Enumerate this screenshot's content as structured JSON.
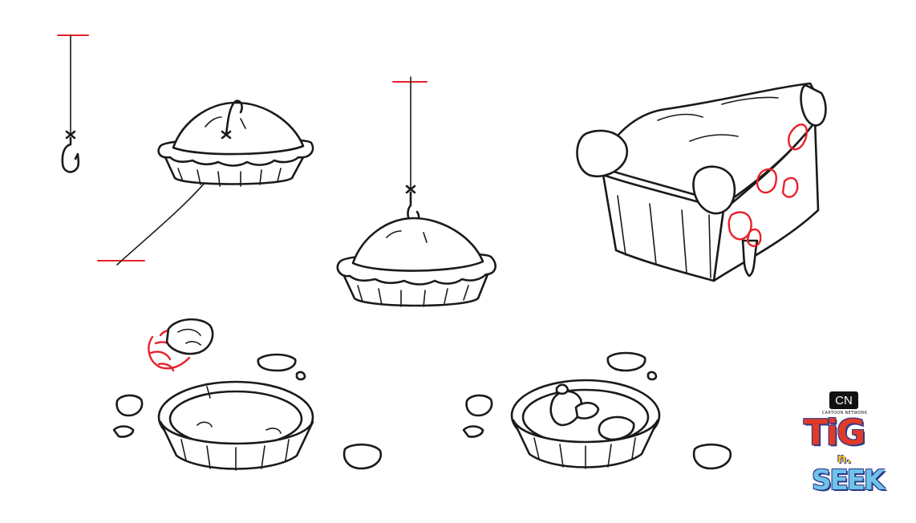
{
  "logo": {
    "network": "CN",
    "network_sub": "CARTOON NETWORK",
    "show_word1": "TiG",
    "show_word2": "n.",
    "show_word3": "SEEK"
  },
  "colors": {
    "line": "#1a1a1a",
    "guide_red": "#e8202a",
    "tig_red": "#e23a28",
    "seek_blue": "#6fc3e8",
    "outline_navy": "#2b3a8a",
    "n_yellow": "#f6c22b"
  },
  "panels": [
    {
      "name": "fishing-hook"
    },
    {
      "name": "pie-hooked-side"
    },
    {
      "name": "pie-hanging"
    },
    {
      "name": "pie-slice"
    },
    {
      "name": "empty-pie-tin-hand"
    },
    {
      "name": "empty-pie-tin-crumbs"
    }
  ]
}
